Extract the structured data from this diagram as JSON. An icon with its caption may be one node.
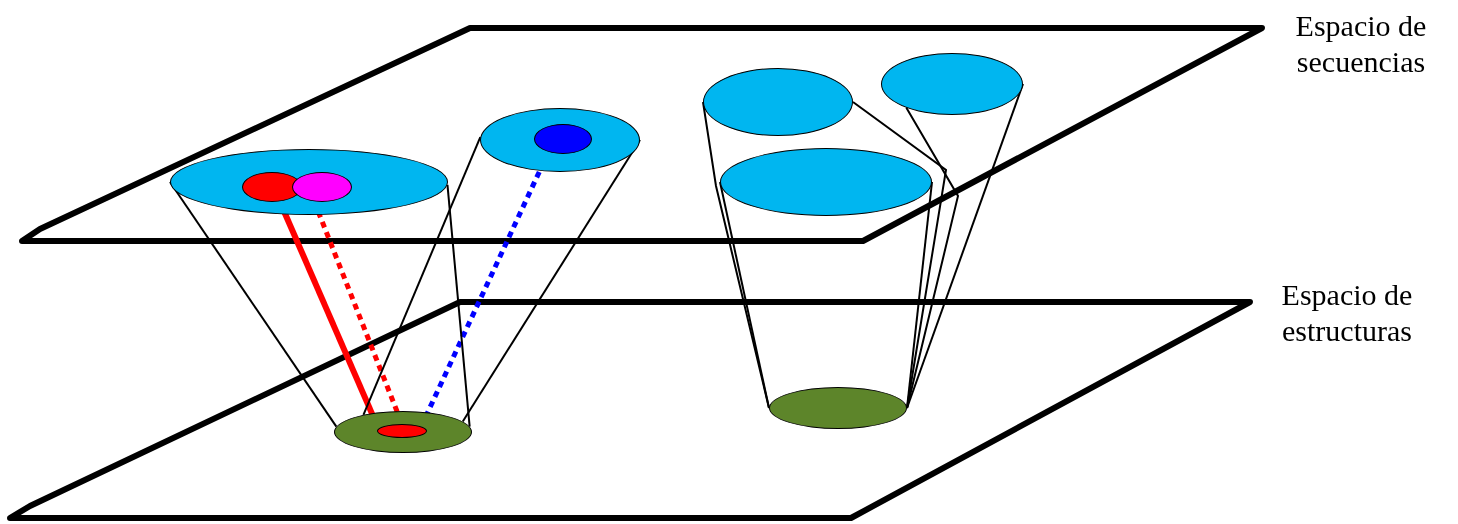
{
  "diagram": {
    "nodes": [
      {
        "text": [],
        "shape": "ellipse"
      },
      {
        "text": [],
        "shape": "ellipse",
        "in": 0
      },
      {
        "text": [],
        "shape": "ellipse",
        "in": 0
      },
      {
        "text": [],
        "shape": "ellipse"
      },
      {
        "text": [],
        "shape": "ellipse",
        "in": 3
      },
      {
        "text": [],
        "shape": "ellipse"
      },
      {
        "text": [],
        "shape": "ellipse"
      },
      {
        "text": [],
        "shape": "ellipse"
      },
      {
        "text": [],
        "shape": "ellipse"
      },
      {
        "text": [],
        "shape": "ellipse",
        "in": 8
      },
      {
        "text": [],
        "shape": "ellipse"
      }
    ],
    "edges": [
      {
        "from": 1,
        "to": 9,
        "arrow": "none",
        "style": "thick",
        "color": "#ff0000"
      },
      {
        "from": 2,
        "to": 9,
        "arrow": "none",
        "style": "dashed",
        "color": "#ff0000"
      },
      {
        "from": 4,
        "to": 9,
        "arrow": "none",
        "style": "dashed",
        "color": "#0000ff"
      },
      {
        "from": 0,
        "to": 8,
        "arrow": "none"
      },
      {
        "from": 0,
        "to": 8,
        "arrow": "none"
      },
      {
        "from": 3,
        "to": 8,
        "arrow": "none"
      },
      {
        "from": 3,
        "to": 8,
        "arrow": "none"
      },
      {
        "from": 5,
        "to": 10,
        "arrow": "none"
      },
      {
        "from": 5,
        "to": 10,
        "arrow": "none"
      },
      {
        "from": 6,
        "to": 10,
        "arrow": "none"
      },
      {
        "from": 6,
        "to": 10,
        "arrow": "none"
      },
      {
        "from": 7,
        "to": 10,
        "arrow": "none"
      },
      {
        "from": 7,
        "to": 10,
        "arrow": "none"
      }
    ],
    "labels": [
      "Espacio de secuencias",
      "Espacio de estructuras"
    ]
  }
}
